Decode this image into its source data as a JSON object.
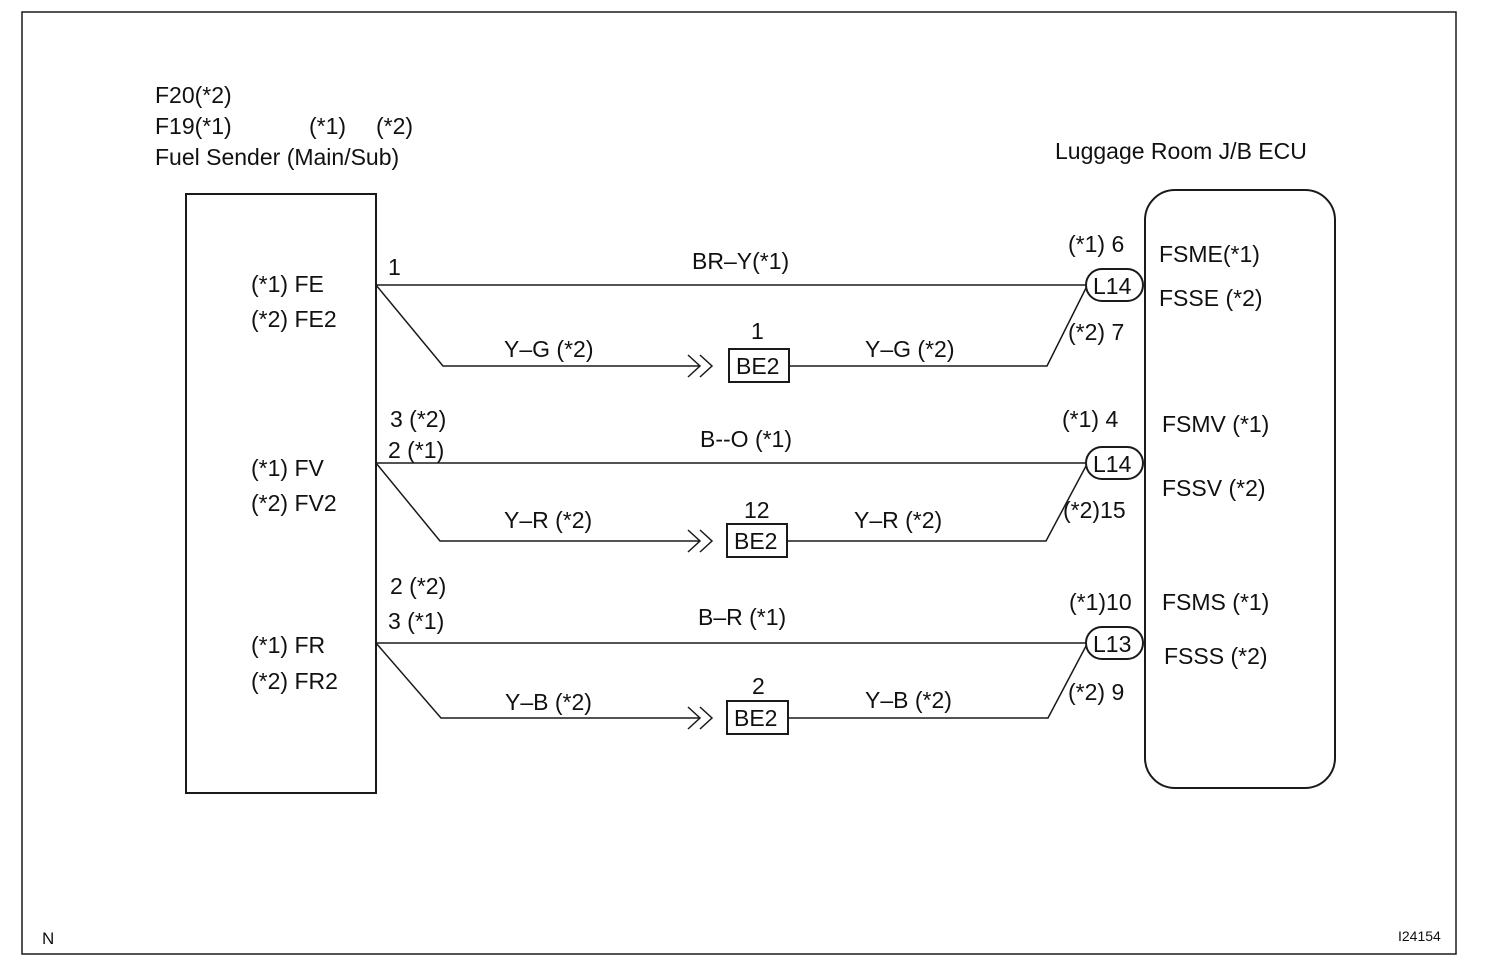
{
  "left_component": {
    "title_lines": [
      "F20(*2)",
      "F19(*1)",
      "Fuel Sender (Main/Sub)"
    ],
    "header_marks": [
      "(*1)",
      "(*2)"
    ],
    "pin_labels": [
      [
        "(*1) FE",
        "(*2) FE2"
      ],
      [
        "(*1) FV",
        "(*2) FV2"
      ],
      [
        "(*1) FR",
        "(*2) FR2"
      ]
    ]
  },
  "right_component": {
    "title": "Luggage Room J/B ECU",
    "pin_labels": [
      [
        "FSME(*1)",
        "FSSE (*2)"
      ],
      [
        "FSMV (*1)",
        "FSSV  (*2)"
      ],
      [
        "FSMS (*1)",
        "FSSS  (*2)"
      ]
    ]
  },
  "circuits": [
    {
      "left_pins": [
        "1"
      ],
      "main_wire": "BR–Y(*1)",
      "sub_wire_left": "Y–G  (*2)",
      "sub_wire_right": "Y–G  (*2)",
      "junction": "BE2",
      "junction_pin": "1",
      "connector": "L14",
      "conn_pin_top": "(*1)  6",
      "conn_pin_bottom": "(*2)  7"
    },
    {
      "left_pins": [
        "3 (*2)",
        "2 (*1)"
      ],
      "main_wire": "B--O  (*1)",
      "sub_wire_left": "Y–R  (*2)",
      "sub_wire_right": "Y–R  (*2)",
      "junction": "BE2",
      "junction_pin": "12",
      "connector": "L14",
      "conn_pin_top": "(*1)  4",
      "conn_pin_bottom": "(*2)15"
    },
    {
      "left_pins": [
        "2 (*2)",
        "3 (*1)"
      ],
      "main_wire": "B–R  (*1)",
      "sub_wire_left": "Y–B  (*2)",
      "sub_wire_right": "Y–B  (*2)",
      "junction": "BE2",
      "junction_pin": "2",
      "connector": "L13",
      "conn_pin_top": "(*1)10",
      "conn_pin_bottom": "(*2)  9"
    }
  ],
  "corner_left": "N",
  "corner_right": "I24154"
}
